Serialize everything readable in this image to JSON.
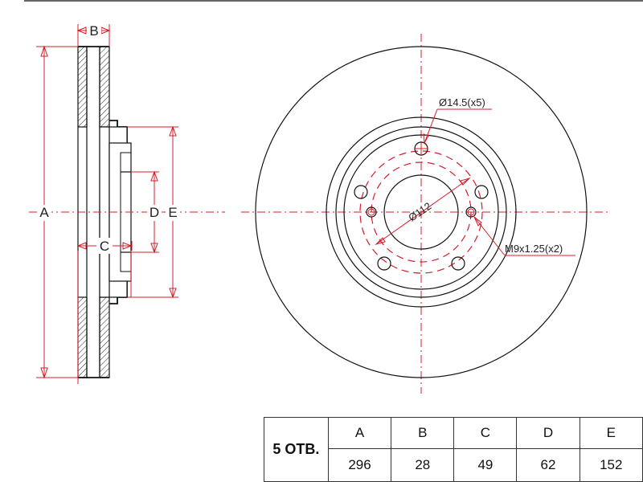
{
  "side_view": {
    "labels": {
      "a": "A",
      "b": "B",
      "c": "C",
      "d": "D",
      "e": "E"
    }
  },
  "front_view": {
    "hole_note": "Ø14.5(x5)",
    "pcd_note": "Ø112",
    "thread_note": "M9x1.25(x2)"
  },
  "table": {
    "holes_count": "5",
    "holes_suffix": "ОТВ.",
    "headers": [
      "A",
      "B",
      "C",
      "D",
      "E"
    ],
    "values": [
      "296",
      "28",
      "49",
      "62",
      "152"
    ]
  }
}
